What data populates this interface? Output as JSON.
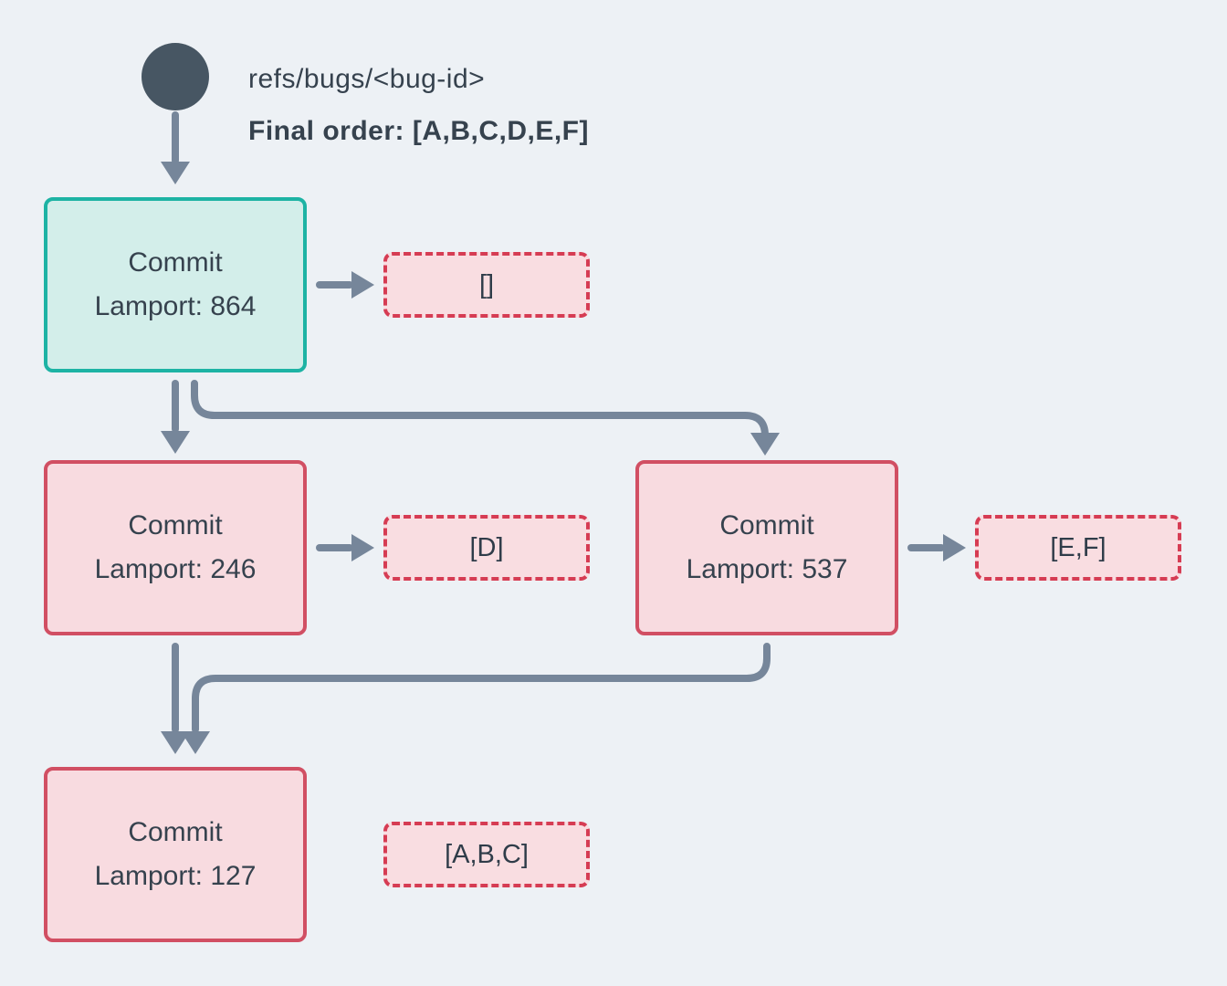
{
  "colors": {
    "background": "#edf1f5",
    "ref_node": "#475663",
    "arrow": "#76869a",
    "teal_border": "#1db3a4",
    "teal_fill": "#d3eeea",
    "red_border": "#d14f63",
    "red_fill": "#f8dbe0",
    "dashed_border": "#d63c53",
    "dashed_fill": "#f9dde1",
    "text": "#36424e"
  },
  "header": {
    "ref_label": "refs/bugs/<bug-id>",
    "final_order": "Final order: [A,B,C,D,E,F]"
  },
  "commits": [
    {
      "name": "Commit",
      "lamport": "Lamport: 864",
      "payload": "[]"
    },
    {
      "name": "Commit",
      "lamport": "Lamport: 246",
      "payload": "[D]"
    },
    {
      "name": "Commit",
      "lamport": "Lamport: 537",
      "payload": "[E,F]"
    },
    {
      "name": "Commit",
      "lamport": "Lamport: 127",
      "payload": "[A,B,C]"
    }
  ]
}
